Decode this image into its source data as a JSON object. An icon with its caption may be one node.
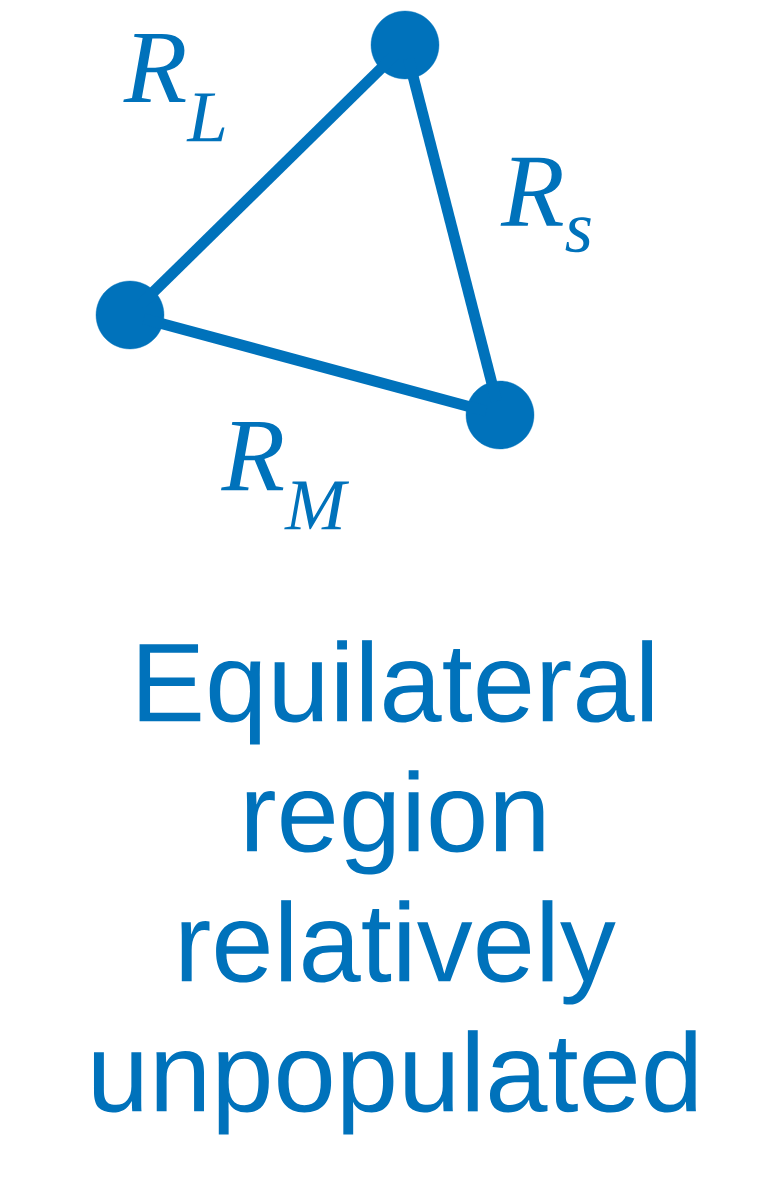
{
  "diagram": {
    "caption": "Equilateral region relatively unpopulated",
    "nodes": [
      {
        "text": [],
        "shape": "circle"
      },
      {
        "text": [],
        "shape": "circle"
      },
      {
        "text": [],
        "shape": "circle"
      }
    ],
    "edges": [
      {
        "from": 0,
        "to": 1,
        "arrow": "none",
        "label": "R$_{L}$"
      },
      {
        "from": 0,
        "to": 2,
        "arrow": "none",
        "label": "R$_{s}$"
      },
      {
        "from": 1,
        "to": 2,
        "arrow": "none",
        "label": "R$_{M}$"
      }
    ]
  }
}
